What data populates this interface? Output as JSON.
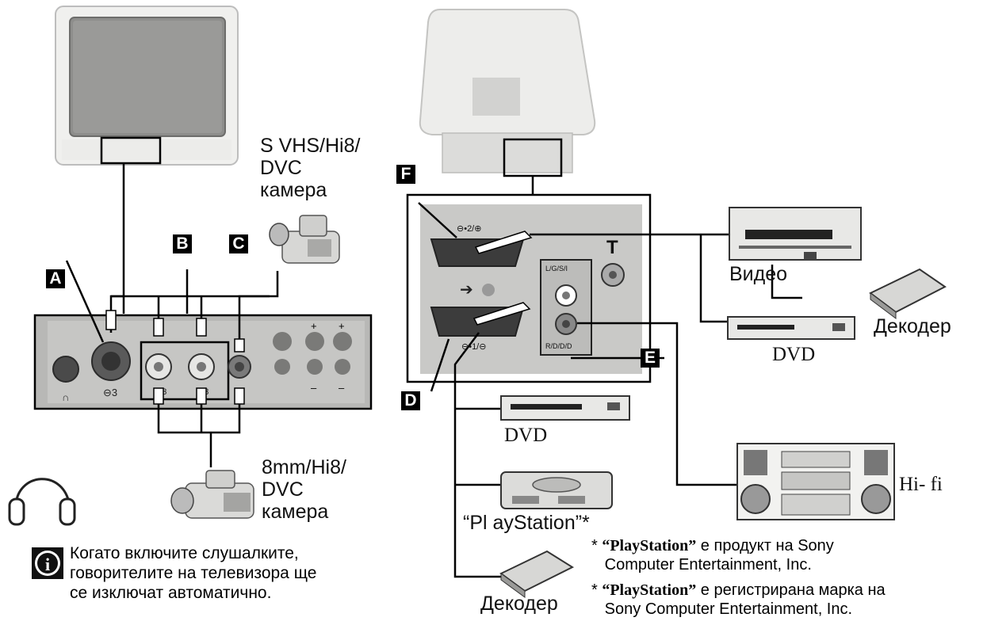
{
  "badges": {
    "a": "A",
    "b": "B",
    "c": "C",
    "d": "D",
    "e": "E",
    "f": "F"
  },
  "labels": {
    "svhs_camera": "S VHS/Hi8/\nDVC\nкамера",
    "mm8_camera": "8mm/Hi8/\nDVC\nкамера",
    "video": "Видео",
    "decoder_right": "Декодер",
    "dvd_right": "DVD",
    "dvd_bottom": "DVD",
    "hifi": "Hi- fi",
    "playstation": "“Pl ayStation”*",
    "decoder_bottom": "Декодер"
  },
  "panel_marks": {
    "scart2": "⊖•2/⊕",
    "scart1": "⊖•1/⊖",
    "lgsi": "L/G/S/I",
    "rdd": "R/D/D/D",
    "antenna": "T"
  },
  "info_note": "Когато включите слушалките,\nговорителите на телевизора ще\nсе изключат автоматично.",
  "footnotes": [
    {
      "star": "* ",
      "brand": "“PlayStation”",
      "text": " е продукт на Sony\n   Computer Entertainment, Inc."
    },
    {
      "star": "* ",
      "brand": "“PlayStation”",
      "text": " е регистрирана марка на\n   Sony Computer Entertainment, Inc."
    }
  ],
  "icons": [
    "tv-front-icon",
    "tv-back-icon",
    "camcorder-icon",
    "headphones-icon",
    "vcr-icon",
    "dvd-player-icon",
    "decoder-icon",
    "playstation-icon",
    "hifi-system-icon",
    "info-icon"
  ]
}
